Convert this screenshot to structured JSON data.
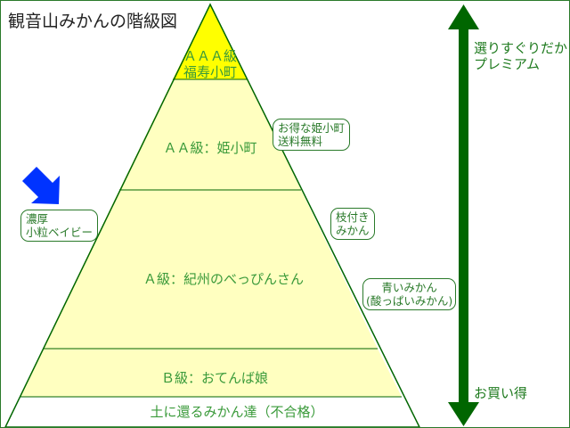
{
  "title": "観音山みかんの階級図",
  "tiers": [
    {
      "line1": "ＡＡＡ級",
      "line2": "福寿小町"
    },
    {
      "label": "ＡＡ級：姫小町"
    },
    {
      "label": "Ａ級：紀州のべっぴんさん"
    },
    {
      "label": "Ｂ級：おてんば娘"
    },
    {
      "label": "土に還るみかん達（不合格）"
    }
  ],
  "callouts": {
    "hime": {
      "line1": "お得な姫小町",
      "line2": "送料無料"
    },
    "edaduki": {
      "line1": "枝付き",
      "line2": "みかん"
    },
    "aoi": {
      "line1": "青いみかん",
      "line2": "(酸っぱいみかん)"
    },
    "nouko": {
      "line1": "濃厚",
      "line2": "小粒ベイビー"
    }
  },
  "scale": {
    "top_line1": "選りすぐりだから",
    "top_line2": "プレミアム",
    "bottom": "お買い得"
  },
  "colors": {
    "green": "#006600",
    "yellow": "#ffff00",
    "light_yellow": "#ffffc0",
    "arrow_blue": "#0033ff"
  }
}
